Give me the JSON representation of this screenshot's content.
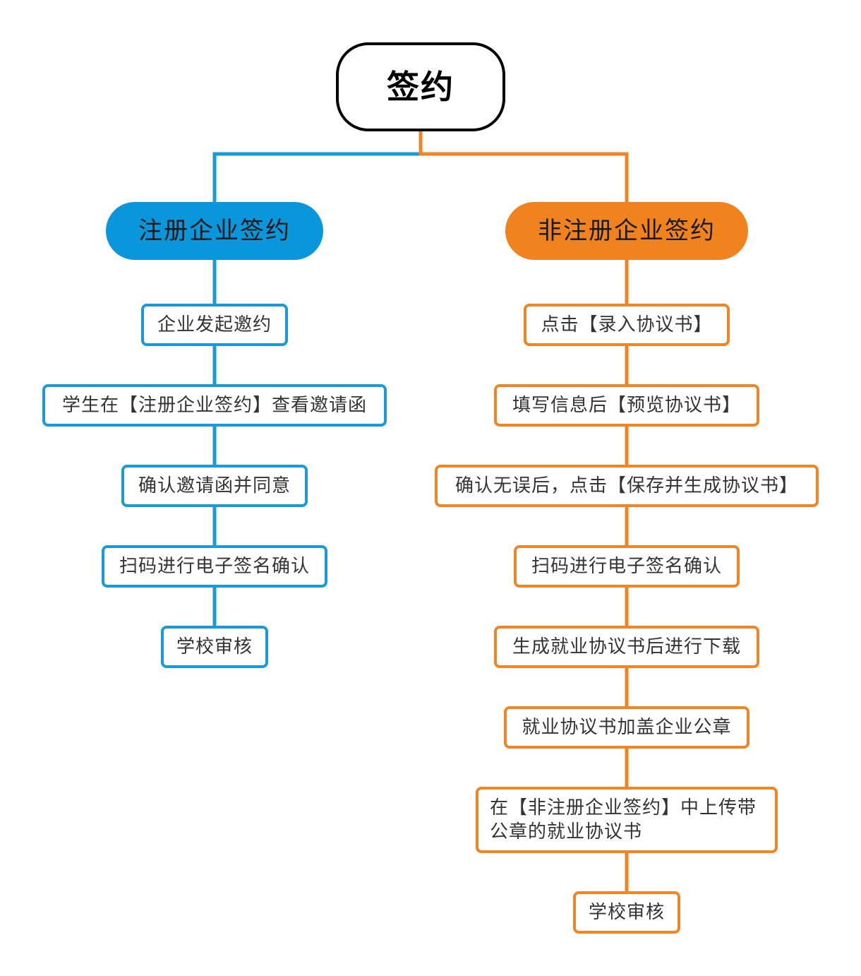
{
  "root": {
    "label": "签约"
  },
  "left_branch": {
    "label": "注册企业签约",
    "color": "#0a96db",
    "steps": [
      "企业发起邀约",
      "学生在【注册企业签约】查看邀请函",
      "确认邀请函并同意",
      "扫码进行电子签名确认",
      "学校审核"
    ]
  },
  "right_branch": {
    "label": "非注册企业签约",
    "color": "#f0831e",
    "steps": [
      "点击【录入协议书】",
      "填写信息后【预览协议书】",
      "确认无误后，点击【保存并生成协议书】",
      "扫码进行电子签名确认",
      "生成就业协议书后进行下载",
      "就业协议书加盖企业公章",
      "在【非注册企业签约】中上传带公章的就业协议书",
      "学校审核"
    ]
  }
}
